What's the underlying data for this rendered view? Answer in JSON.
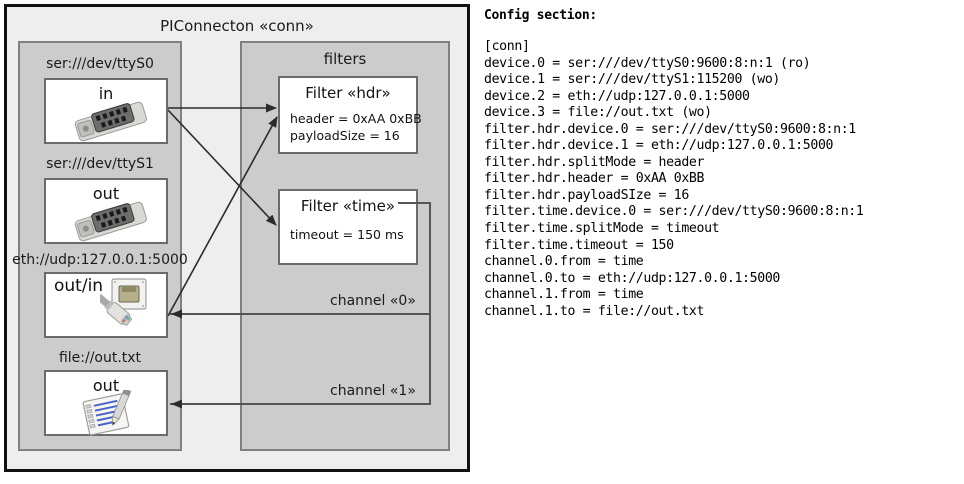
{
  "diagram": {
    "title": "PIConnecton «conn»",
    "devices_group": {
      "name": "devices-group",
      "items": [
        {
          "label": "ser:///dev/ttyS0",
          "mode": "in",
          "icon": "serial-port-icon"
        },
        {
          "label": "ser:///dev/ttyS1",
          "mode": "out",
          "icon": "serial-port-icon"
        },
        {
          "label": "eth://udp:127.0.0.1:5000",
          "mode": "out/in",
          "icon": "ethernet-jack-icon"
        },
        {
          "label": "file://out.txt",
          "mode": "out",
          "icon": "text-file-icon"
        }
      ]
    },
    "filters_group": {
      "title": "filters",
      "filters": [
        {
          "title": "Filter «hdr»",
          "props": [
            "header = 0xAA 0xBB",
            "payloadSize = 16"
          ]
        },
        {
          "title": "Filter «time»",
          "props": [
            "timeout = 150 ms"
          ]
        }
      ],
      "channels": [
        {
          "label": "channel «0»"
        },
        {
          "label": "channel «1»"
        }
      ]
    }
  },
  "config": {
    "heading": "Config section:",
    "lines": "[conn]\ndevice.0 = ser:///dev/ttyS0:9600:8:n:1 (ro)\ndevice.1 = ser:///dev/ttyS1:115200 (wo)\ndevice.2 = eth://udp:127.0.0.1:5000\ndevice.3 = file://out.txt (wo)\nfilter.hdr.device.0 = ser:///dev/ttyS0:9600:8:n:1\nfilter.hdr.device.1 = eth://udp:127.0.0.1:5000\nfilter.hdr.splitMode = header\nfilter.hdr.header = 0xAA 0xBB\nfilter.hdr.payloadSIze = 16\nfilter.time.device.0 = ser:///dev/ttyS0:9600:8:n:1\nfilter.time.splitMode = timeout\nfilter.time.timeout = 150\nchannel.0.from = time\nchannel.0.to = eth://udp:127.0.0.1:5000\nchannel.1.from = time\nchannel.1.to = file://out.txt"
  },
  "colors": {
    "page_bg": "#ffffff",
    "outer_bg": "#eeeeee",
    "outer_border": "#111111",
    "panel_bg": "#cccccc",
    "panel_border": "#808080",
    "box_bg": "#ffffff",
    "box_border": "#6b6b6b",
    "wire": "#2b2b2b",
    "text": "#111111"
  }
}
